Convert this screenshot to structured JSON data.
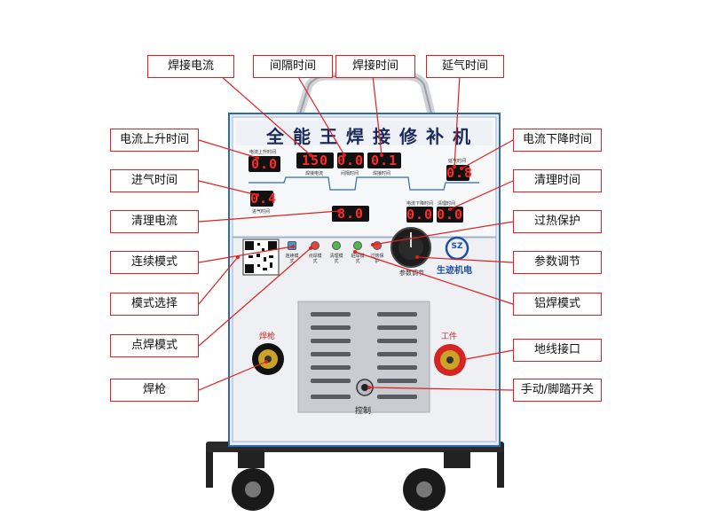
{
  "panel": {
    "title": "全能王焊接修补机",
    "brand": "生迹机电",
    "brand_logo": "SZ",
    "knob_label": "参数调节",
    "socket_left_label": "焊枪",
    "socket_right_label": "工件",
    "control_label": "控制"
  },
  "displays": {
    "current_up": "0.0",
    "weld_current": "150",
    "interval": "0.0",
    "weld_time": "0.1",
    "delay": "0.8",
    "gas_in": "0.4",
    "clean_current": "8.0",
    "current_down": "0.0",
    "clean_time": "0.0"
  },
  "display_labels": {
    "current_up": "电流上升时间",
    "weld_current": "焊接电流",
    "interval": "间隔时间",
    "weld_time": "焊接时间",
    "delay": "延气时间",
    "gas_in": "进气时间",
    "clean_current": "清理电流",
    "current_down": "电流下降时间",
    "clean_time": "清理时间"
  },
  "mode_buttons": [
    {
      "label": "连续模式",
      "color": "#3a9bd5"
    },
    {
      "label": "点焊模式",
      "color": "#e0463c"
    },
    {
      "label": "清理模式",
      "color": "#4fb84a"
    },
    {
      "label": "铝焊模式",
      "color": "#4fb84a"
    },
    {
      "label": "过热保护",
      "color": "#e0463c"
    }
  ],
  "callouts": {
    "weld_current": "焊接电流",
    "interval": "间隔时间",
    "weld_time": "焊接时间",
    "delay": "延气时间",
    "current_up": "电流上升时间",
    "current_down": "电流下降时间",
    "gas_in": "进气时间",
    "clean_time": "清理时间",
    "clean_current": "清理电流",
    "overheat": "过热保护",
    "continuous": "连续模式",
    "param_adjust": "参数调节",
    "mode_select": "模式选择",
    "aluminum": "铝焊模式",
    "spot": "点焊模式",
    "ground": "地线接口",
    "torch": "焊枪",
    "switch": "手动/脚踏开关"
  },
  "colors": {
    "callout_border": "#e02020",
    "leader_line": "#e02020",
    "panel_frame": "#2b6cb0",
    "led_digits": "#ff2a2a"
  }
}
